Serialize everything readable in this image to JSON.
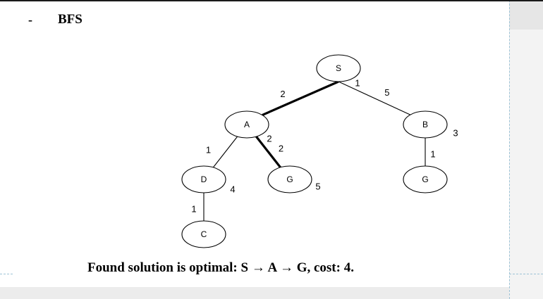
{
  "slide": {
    "bullet": "-",
    "heading": "BFS",
    "caption": "Found solution is optimal: S → A → G, cost: 4."
  },
  "tree": {
    "nodes": [
      {
        "id": "S",
        "label": "S"
      },
      {
        "id": "A",
        "label": "A"
      },
      {
        "id": "B",
        "label": "B"
      },
      {
        "id": "D",
        "label": "D"
      },
      {
        "id": "G1",
        "label": "G"
      },
      {
        "id": "G2",
        "label": "G"
      },
      {
        "id": "C",
        "label": "C"
      }
    ],
    "edges": [
      {
        "from": "S",
        "to": "A",
        "weight": "2",
        "highlighted": true
      },
      {
        "from": "S",
        "to": "B",
        "weight": "5",
        "highlighted": false
      },
      {
        "from": "A",
        "to": "D",
        "weight": "1",
        "highlighted": false
      },
      {
        "from": "A",
        "to": "G1",
        "weight": "2",
        "highlighted": true
      },
      {
        "from": "B",
        "to": "G2",
        "weight": "1",
        "highlighted": false
      },
      {
        "from": "D",
        "to": "C",
        "weight": "1",
        "highlighted": false
      }
    ],
    "node_costs": [
      {
        "node": "S",
        "value": "1"
      },
      {
        "node": "A",
        "value": "2"
      },
      {
        "node": "B",
        "value": "3"
      },
      {
        "node": "D",
        "value": "4"
      },
      {
        "node": "G1",
        "value": "5"
      }
    ]
  },
  "colors": {
    "line": "#000000",
    "node_fill": "#ffffff"
  }
}
